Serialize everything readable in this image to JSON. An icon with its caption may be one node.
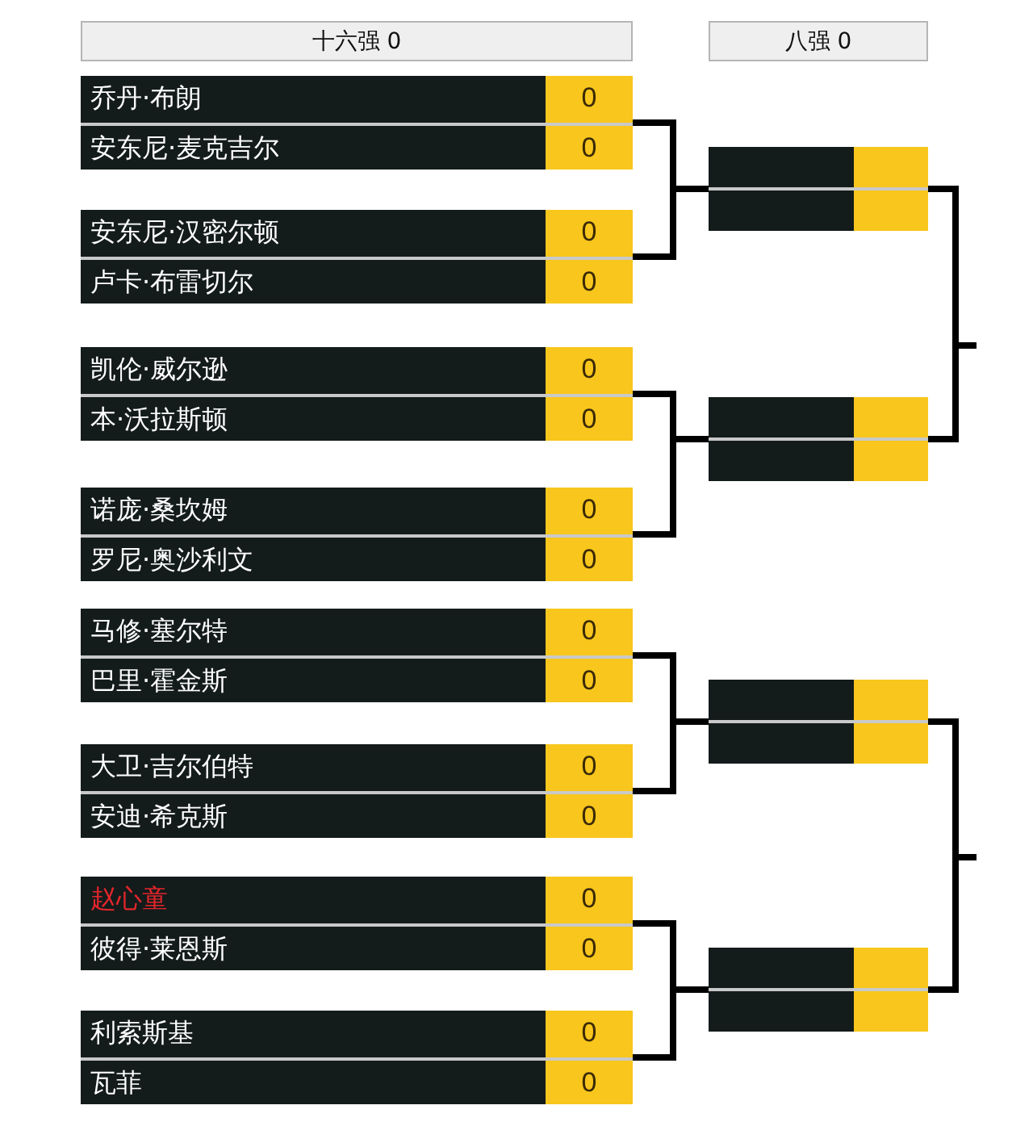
{
  "diagram": {
    "nodes": [
      {
        "text": [
          "十六强 0"
        ]
      },
      {
        "text": [
          "八强 0"
        ]
      },
      {
        "text": [],
        "shape": "box"
      },
      {
        "text": [
          "乔丹·布朗",
          "0"
        ],
        "in": 2
      },
      {
        "text": [
          "安东尼·麦克吉尔",
          "0"
        ],
        "in": 2
      },
      {
        "text": [],
        "shape": "box"
      },
      {
        "text": [
          "安东尼·汉密尔顿",
          "0"
        ],
        "in": 5
      },
      {
        "text": [
          "卢卡·布雷切尔",
          "0"
        ],
        "in": 5
      },
      {
        "text": [],
        "shape": "box"
      },
      {
        "text": [
          "凯伦·威尔逊",
          "0"
        ],
        "in": 8
      },
      {
        "text": [
          "本·沃拉斯顿",
          "0"
        ],
        "in": 8
      },
      {
        "text": [],
        "shape": "box"
      },
      {
        "text": [
          "诺庞·桑坎姆",
          "0"
        ],
        "in": 11
      },
      {
        "text": [
          "罗尼·奥沙利文",
          "0"
        ],
        "in": 11
      },
      {
        "text": [],
        "shape": "box"
      },
      {
        "text": [
          "马修·塞尔特",
          "0"
        ],
        "in": 14
      },
      {
        "text": [
          "巴里·霍金斯",
          "0"
        ],
        "in": 14
      },
      {
        "text": [],
        "shape": "box"
      },
      {
        "text": [
          "大卫·吉尔伯特",
          "0"
        ],
        "in": 17
      },
      {
        "text": [
          "安迪·希克斯",
          "0"
        ],
        "in": 17
      },
      {
        "text": [],
        "shape": "box"
      },
      {
        "text": [
          "赵心童",
          "0"
        ],
        "in": 20
      },
      {
        "text": [
          "彼得·莱恩斯",
          "0"
        ],
        "in": 20
      },
      {
        "text": [],
        "shape": "box"
      },
      {
        "text": [
          "利索斯基",
          "0"
        ],
        "in": 23
      },
      {
        "text": [
          "瓦菲",
          "0"
        ],
        "in": 23
      },
      {
        "text": [],
        "shape": "box"
      },
      {
        "text": [],
        "shape": "box"
      },
      {
        "text": [],
        "shape": "box"
      },
      {
        "text": [],
        "shape": "box"
      }
    ],
    "edges": [
      {
        "from": 2,
        "to": 26,
        "arrow": "none"
      },
      {
        "from": 5,
        "to": 26,
        "arrow": "none"
      },
      {
        "from": 8,
        "to": 27,
        "arrow": "none"
      },
      {
        "from": 11,
        "to": 27,
        "arrow": "none"
      },
      {
        "from": 14,
        "to": 28,
        "arrow": "none"
      },
      {
        "from": 17,
        "to": 28,
        "arrow": "none"
      },
      {
        "from": 20,
        "to": 29,
        "arrow": "none"
      },
      {
        "from": 23,
        "to": 29,
        "arrow": "none"
      },
      {
        "from": 26,
        "to": null,
        "arrow": "none"
      },
      {
        "from": 27,
        "to": null,
        "arrow": "none"
      },
      {
        "from": 28,
        "to": null,
        "arrow": "none"
      },
      {
        "from": 29,
        "to": null,
        "arrow": "none"
      }
    ]
  }
}
